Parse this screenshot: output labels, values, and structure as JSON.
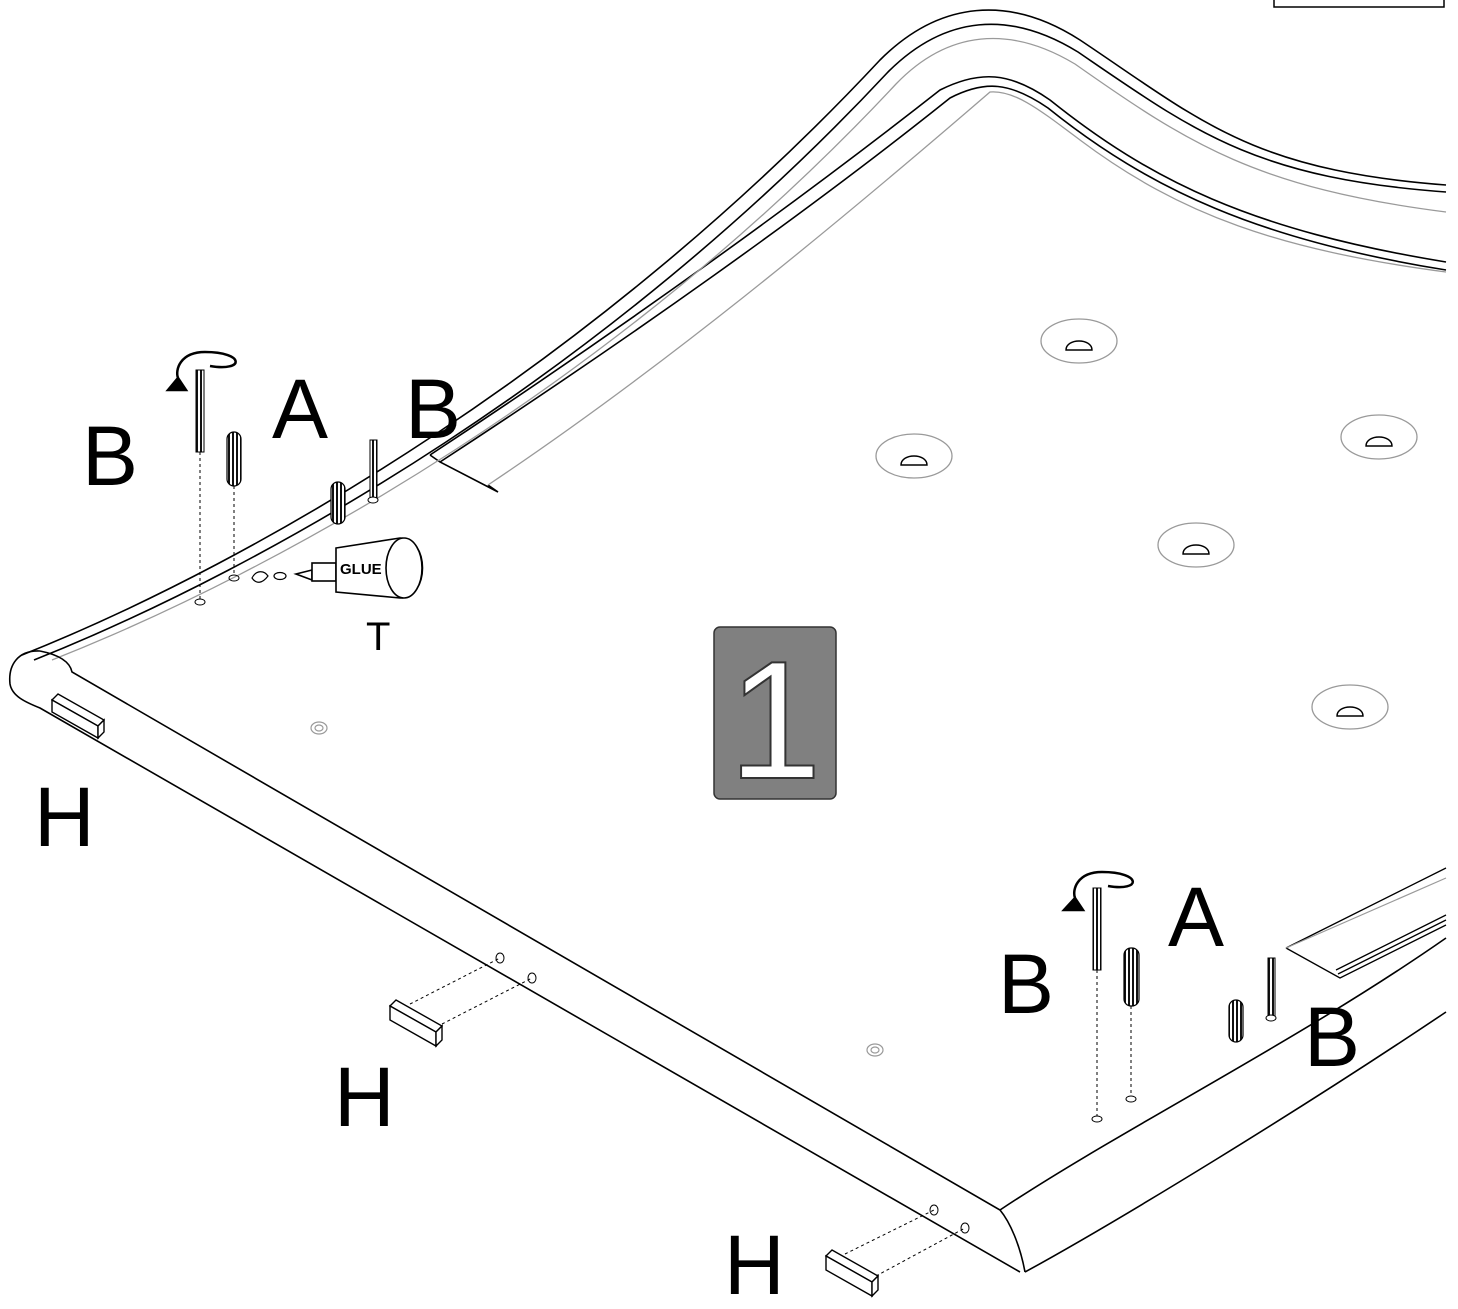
{
  "step": {
    "number": "1",
    "badge_color": "#808080"
  },
  "labels": {
    "dowel": "A",
    "bolt": "B",
    "cap": "H",
    "tool": "T",
    "glue": "GLUE"
  },
  "colors": {
    "line": "#000000",
    "light_line": "#9a9a9a",
    "background": "#ffffff"
  },
  "icons": [
    "rotate-arrow-icon",
    "glue-bottle-icon",
    "bolt-icon",
    "dowel-icon",
    "end-cap-icon"
  ]
}
